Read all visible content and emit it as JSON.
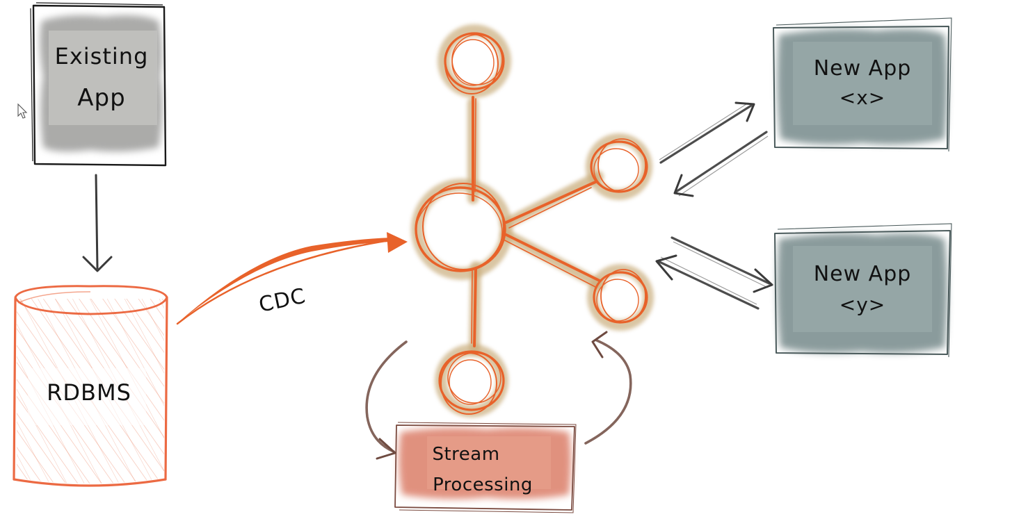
{
  "nodes": {
    "existing_app": {
      "line1": "Existing",
      "line2": "App"
    },
    "rdbms": {
      "label": "RDBMS"
    },
    "stream_processing": {
      "line1": "Stream",
      "line2": "Processing"
    },
    "new_app_x": {
      "line1": "New App",
      "line2": "<x>"
    },
    "new_app_y": {
      "line1": "New App",
      "line2": "<y>"
    }
  },
  "edges": {
    "cdc_label": "CDC"
  },
  "colors": {
    "orange": "#e8622a",
    "tan_glow": "#c9ad7d",
    "grey_box": "#9a9a98",
    "slate_box": "#75898a",
    "rdbms_fill": "#f6c8b6",
    "stream_fill": "#d9765e",
    "dark_arrow": "#3a3a3a",
    "brown_arrow": "#6e4a40"
  }
}
